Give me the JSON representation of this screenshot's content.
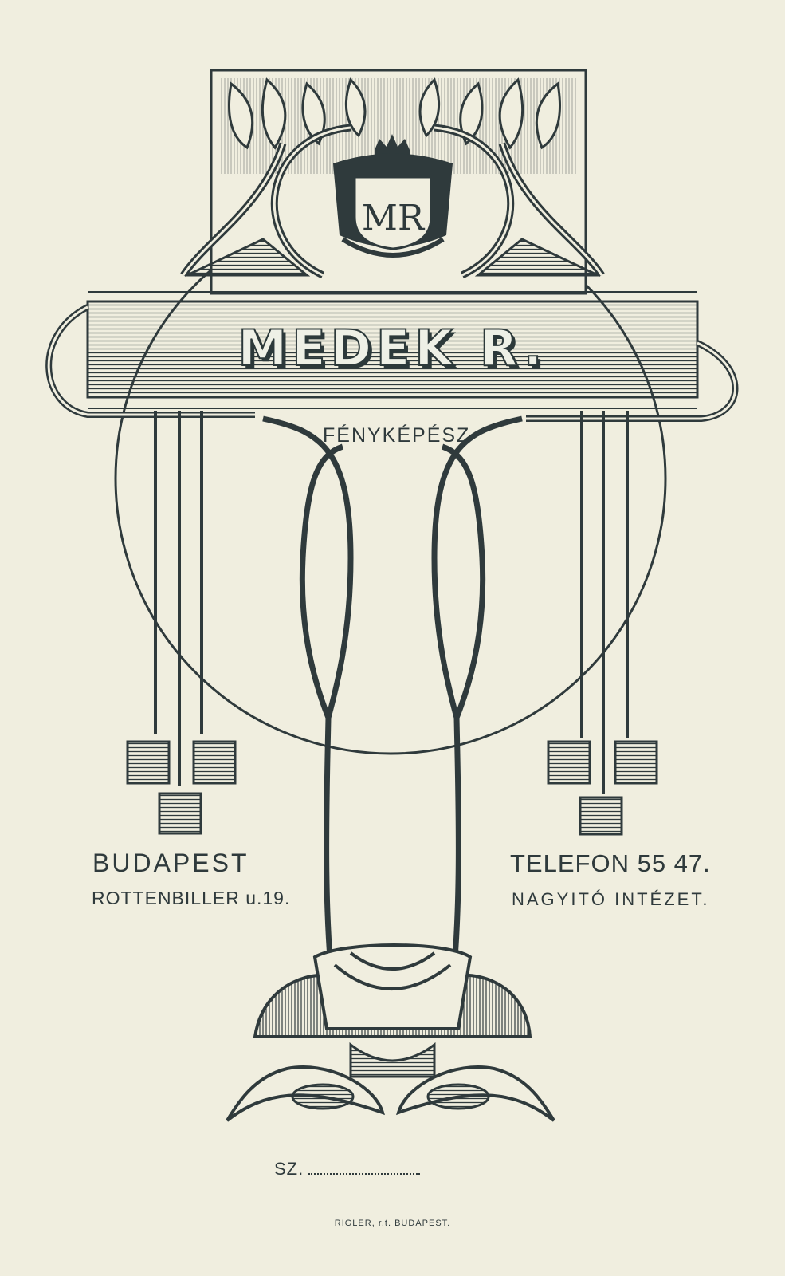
{
  "card": {
    "studio_name": "MEDEK R.",
    "profession": "FÉNYKÉPÉSZ",
    "monogram": "MR",
    "city": "BUDAPEST",
    "address": "ROTTENBILLER u.19.",
    "phone": "TELEFON 55 47.",
    "institute": "NAGYITÓ INTÉZET.",
    "serial_label": "SZ.",
    "printer": "RIGLER, r.t. BUDAPEST."
  },
  "colors": {
    "paper": "#f0eedf",
    "ink": "#2f3a3c"
  },
  "icons": [
    "coat-of-arms-icon",
    "crown-icon",
    "lotus-ornament-icon",
    "leaf-tassel-icon"
  ]
}
